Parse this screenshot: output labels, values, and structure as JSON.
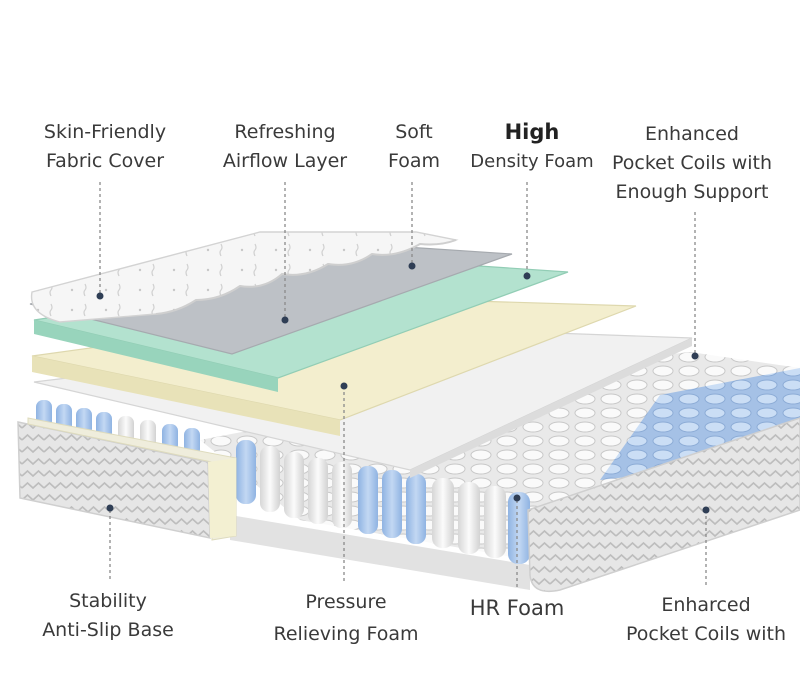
{
  "labels": {
    "skin_friendly": {
      "line1": "Skin-Friendly",
      "line2": "Fabric Cover"
    },
    "refreshing": {
      "line1": "Refreshing",
      "line2": "Airflow Layer"
    },
    "soft": {
      "line1": "Soft",
      "line2": "Foam"
    },
    "high": {
      "line1": "High",
      "line2": "Density Foam"
    },
    "enhanced": {
      "line1": "Enhanced",
      "line2": "Pocket Coils with",
      "line3": "Enough Support"
    },
    "stability": {
      "line1": "Stability",
      "line2": "Anti-Slip Base"
    },
    "pressure": {
      "line1": "Pressure",
      "line2": "Relieving Foam"
    },
    "hr_foam": {
      "line1": "HR Foam"
    },
    "enharced": {
      "line1": "Enharced",
      "line2": "Pocket Coils with"
    }
  },
  "colors": {
    "cover": "#f4f4f4",
    "airflow": "#b9bdc2",
    "soft_foam": "#a9dcc8",
    "high_density": "#f1edc9",
    "hr_foam": "#eeeeee",
    "blue_coil": "#a9c6ea",
    "white_coil": "#f2f2f2",
    "leader": "#8a8a8a"
  }
}
